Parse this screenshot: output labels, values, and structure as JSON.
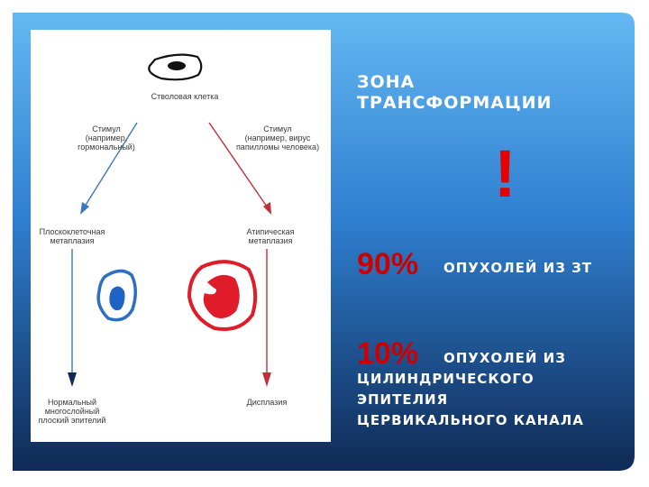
{
  "diagram": {
    "stem_cell_label": "Стволовая клетка",
    "stimulus_left": [
      "Стимул",
      "(например,",
      "гормональный)"
    ],
    "stimulus_right": [
      "Стимул",
      "(например, вирус",
      "папилломы человека)"
    ],
    "squamous_metaplasia": [
      "Плоскоклеточная",
      "метаплазия"
    ],
    "atypical_metaplasia": [
      "Атипическая",
      "метаплазия"
    ],
    "normal_epithelium": [
      "Нормальный",
      "многослойный",
      "плоский эпителий"
    ],
    "dysplasia": "Дисплазия"
  },
  "text": {
    "zone_title": [
      "ЗОНА",
      "ТРАНСФОРМАЦИИ"
    ],
    "exclamation": "!",
    "stat1_percent": "90%",
    "stat1_text": "ОПУХОЛЕЙ ИЗ ЗТ",
    "stat2_percent": "10%",
    "stat2_text_line1": "ОПУХОЛЕЙ ИЗ",
    "stat2_text_rest": [
      "ЦИЛИНДРИЧЕСКОГО",
      "ЭПИТЕЛИЯ",
      "ЦЕРВИКАЛЬНОГО КАНАЛА"
    ]
  },
  "colors": {
    "bg_top": "#5fb3f0",
    "bg_bottom": "#0f2a55",
    "accent_red": "#cc0000",
    "arrow_blue": "#3a78c0",
    "arrow_red": "#c0303a"
  }
}
